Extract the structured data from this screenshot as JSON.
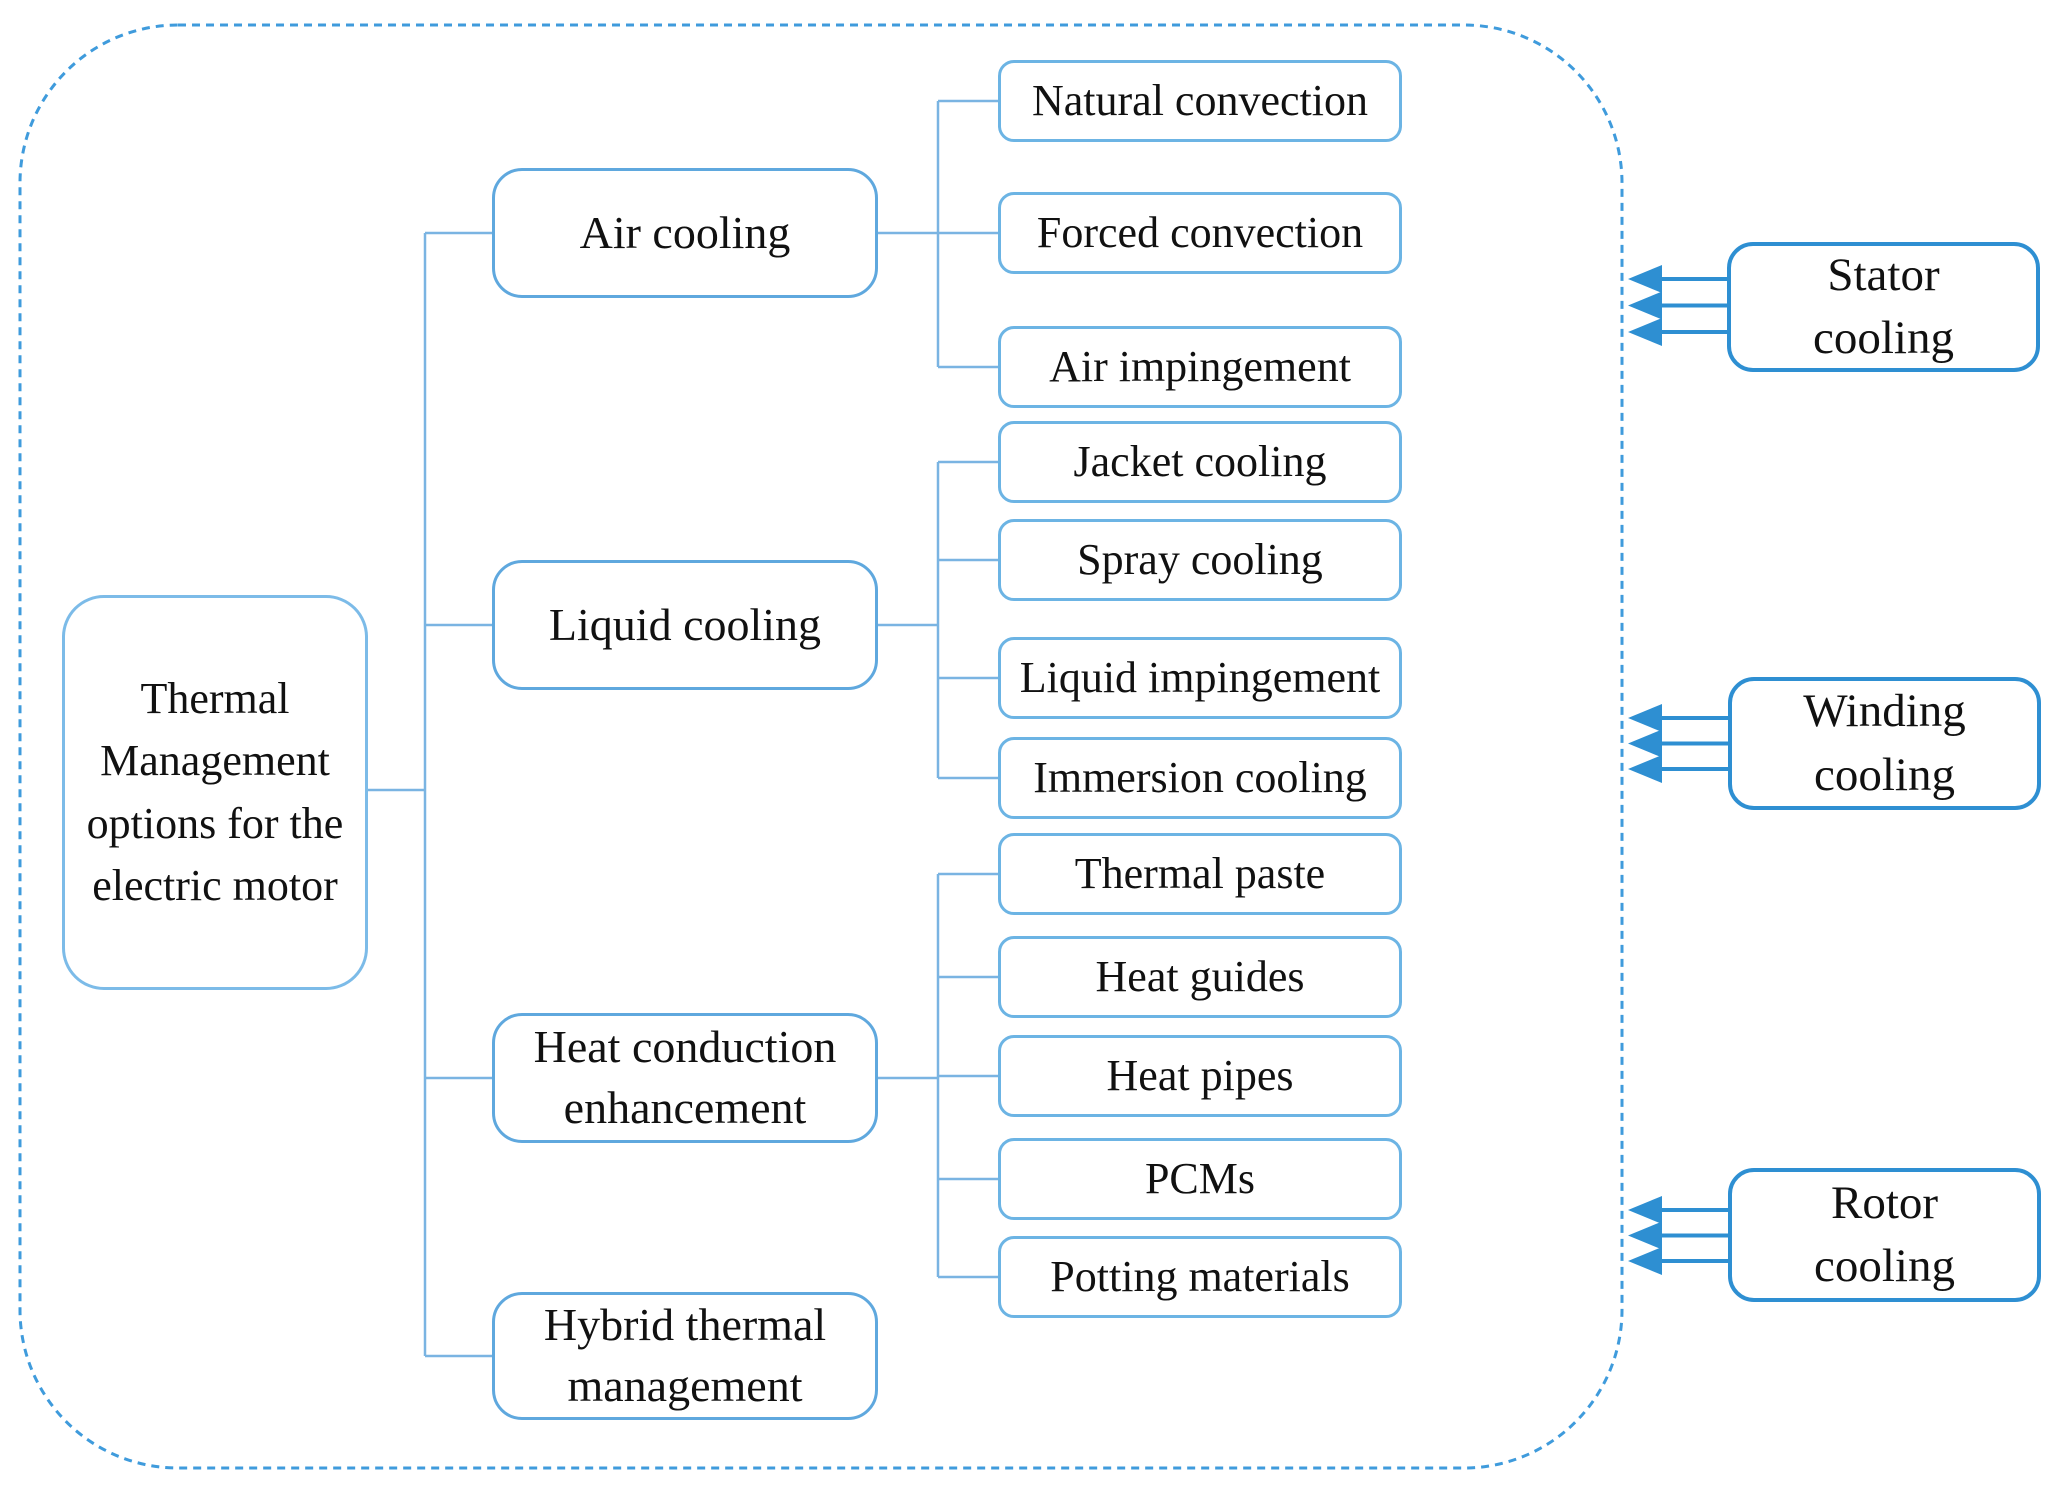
{
  "figure": {
    "root_label": "Thermal Management options for the electric motor",
    "branches": [
      {
        "label": "Air cooling",
        "children": [
          "Natural convection",
          "Forced convection",
          "Air impingement"
        ]
      },
      {
        "label": "Liquid cooling",
        "children": [
          "Jacket cooling",
          "Spray cooling",
          "Liquid impingement",
          "Immersion cooling"
        ]
      },
      {
        "label": "Heat conduction enhancement",
        "children": [
          "Thermal paste",
          "Heat guides",
          "Heat pipes",
          "PCMs",
          "Potting materials"
        ]
      },
      {
        "label": "Hybrid thermal management",
        "children": []
      }
    ],
    "external_boxes": [
      "Stator cooling",
      "Winding cooling",
      "Rotor cooling"
    ],
    "colors": {
      "strong_blue": "#2e8fd2",
      "light_blue_border": "#5fa8de",
      "connector_blue": "#7ab4e2",
      "dashed_boundary_blue": "#3f9bdc",
      "text": "#111111",
      "background": "#ffffff"
    }
  }
}
